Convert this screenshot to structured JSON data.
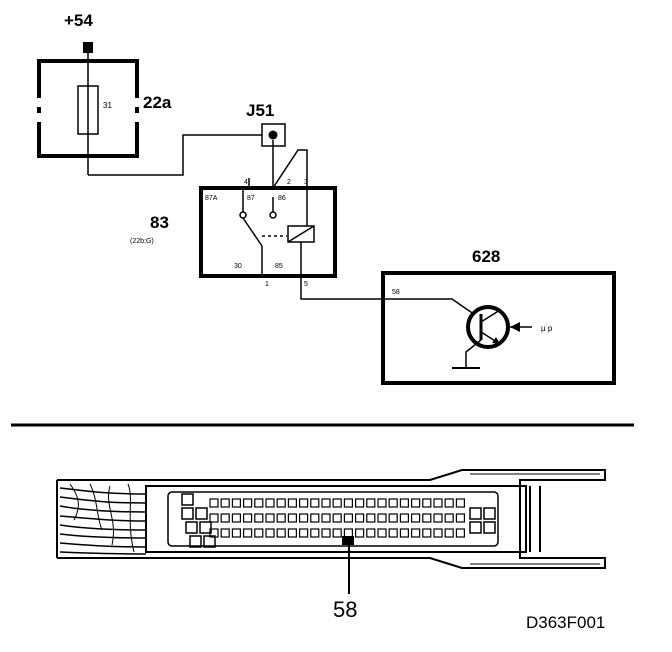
{
  "supply": {
    "label": "+54"
  },
  "fuse_box": {
    "id": "22a",
    "fuse_label": "31"
  },
  "junction": {
    "id": "J51"
  },
  "relay": {
    "id": "83",
    "sub": "(22b:G)",
    "terminals": {
      "t4": "4",
      "t2": "2",
      "t3": "3",
      "t87a": "87A",
      "t87": "87",
      "t86": "86",
      "t30": "30",
      "t85": "85",
      "t1": "1",
      "t5": "5"
    }
  },
  "ecu": {
    "id": "628",
    "pin": "58",
    "mu_label": "µ p"
  },
  "connector": {
    "pin_label": "58"
  },
  "figure_code": "D363F001"
}
